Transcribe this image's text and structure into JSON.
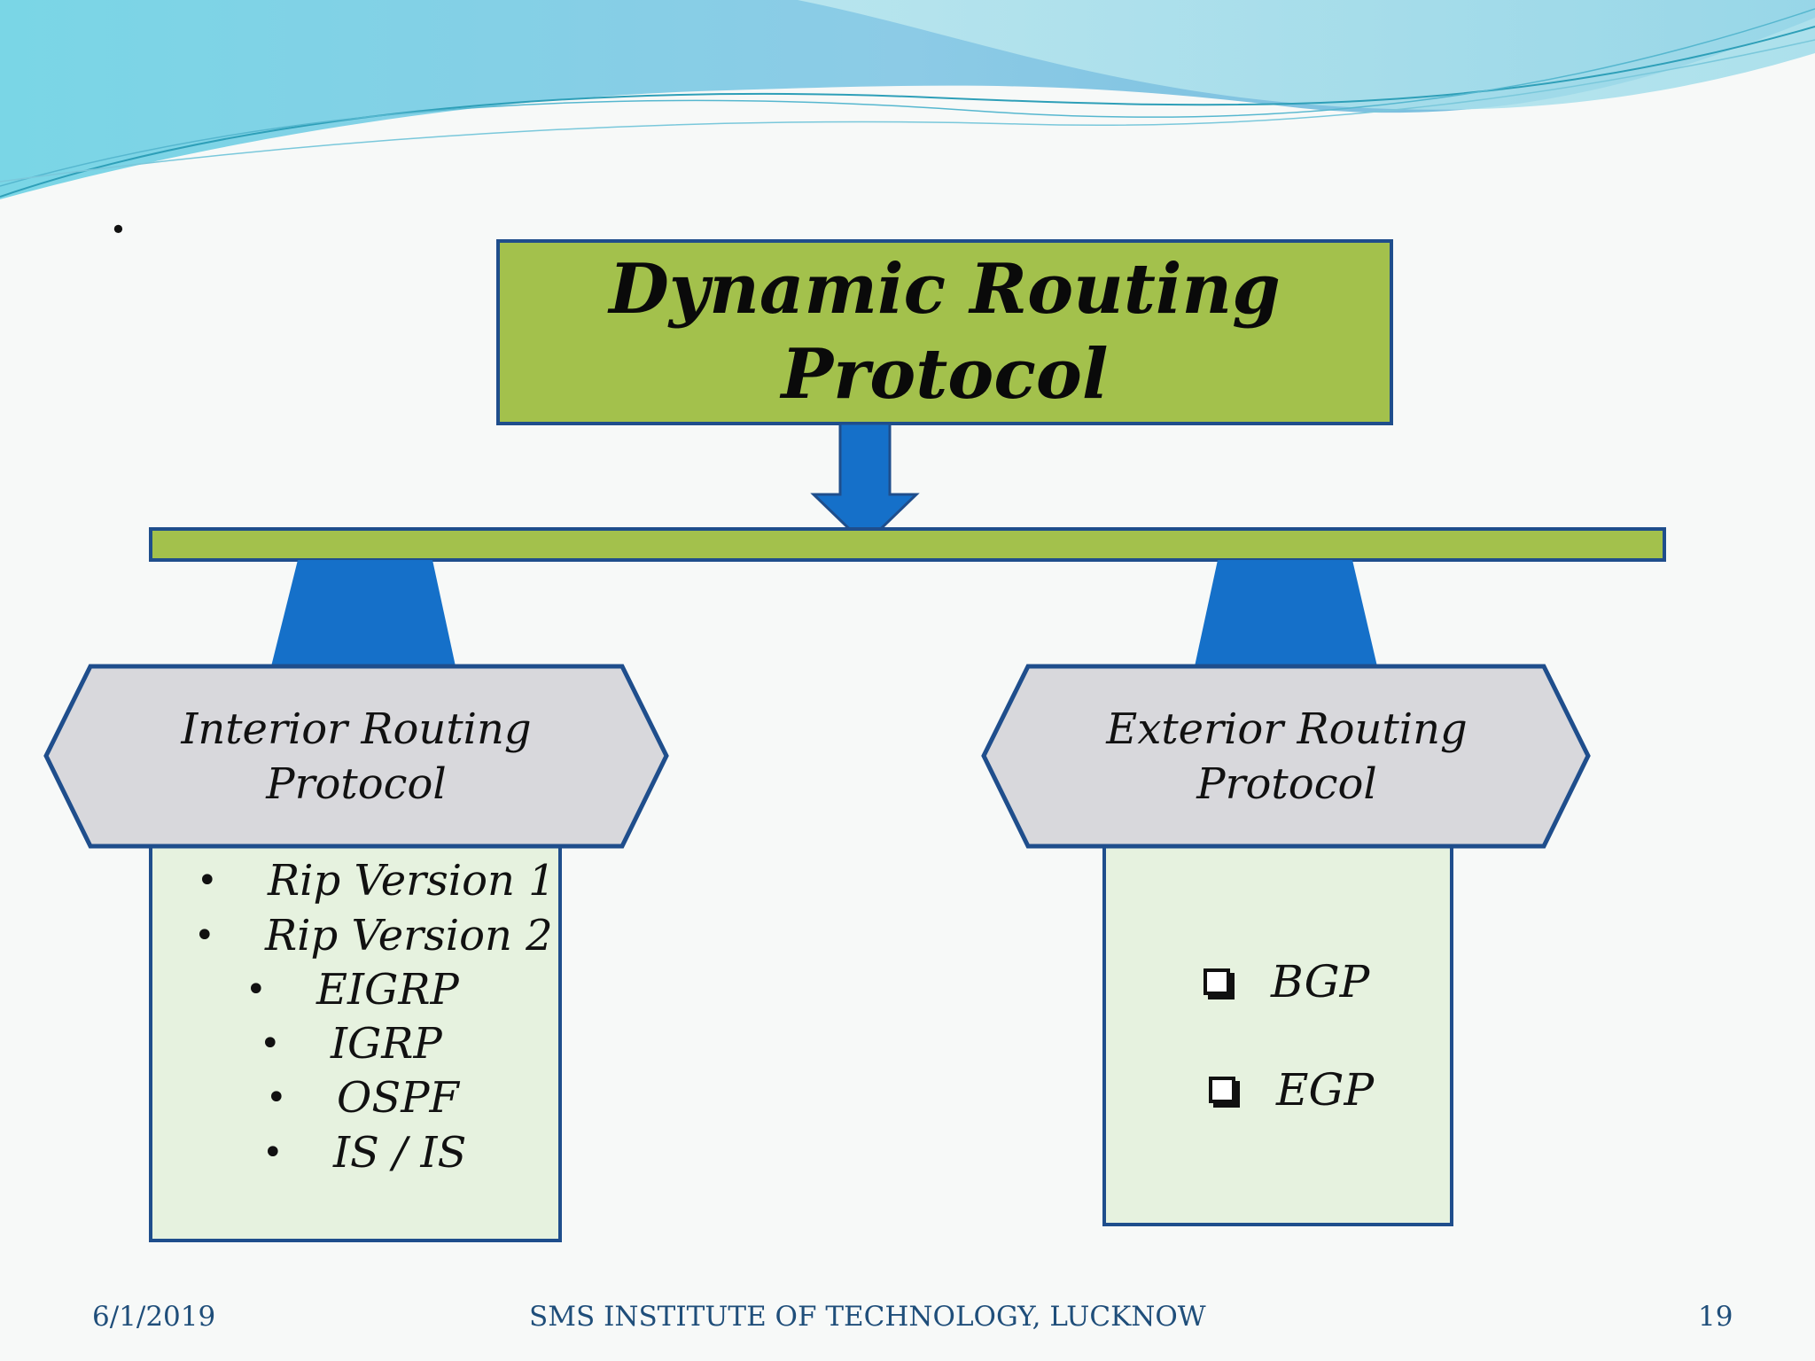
{
  "slide": {
    "stray_bullet": "•",
    "title": "Dynamic Routing Protocol",
    "branches": {
      "interior": {
        "label": "Interior Routing Protocol",
        "items": [
          "Rip Version 1",
          "Rip Version 2",
          "EIGRP",
          "IGRP",
          "OSPF",
          "IS / IS"
        ]
      },
      "exterior": {
        "label": "Exterior Routing Protocol",
        "items": [
          "BGP",
          "EGP"
        ]
      }
    },
    "footer": {
      "date": "6/1/2019",
      "institution": "SMS  INSTITUTE OF TECHNOLOGY, LUCKNOW",
      "page_number": "19"
    }
  },
  "colors": {
    "title_box": "#a3c14c",
    "border": "#1f4e8c",
    "arrow": "#1570c9",
    "branch_box": "#d8d8dc",
    "list_box": "#e6f2df",
    "header_wave": "#7cc9e0"
  },
  "icons": [
    "down-arrow-icon",
    "checkbox-icon",
    "bullet-icon"
  ]
}
